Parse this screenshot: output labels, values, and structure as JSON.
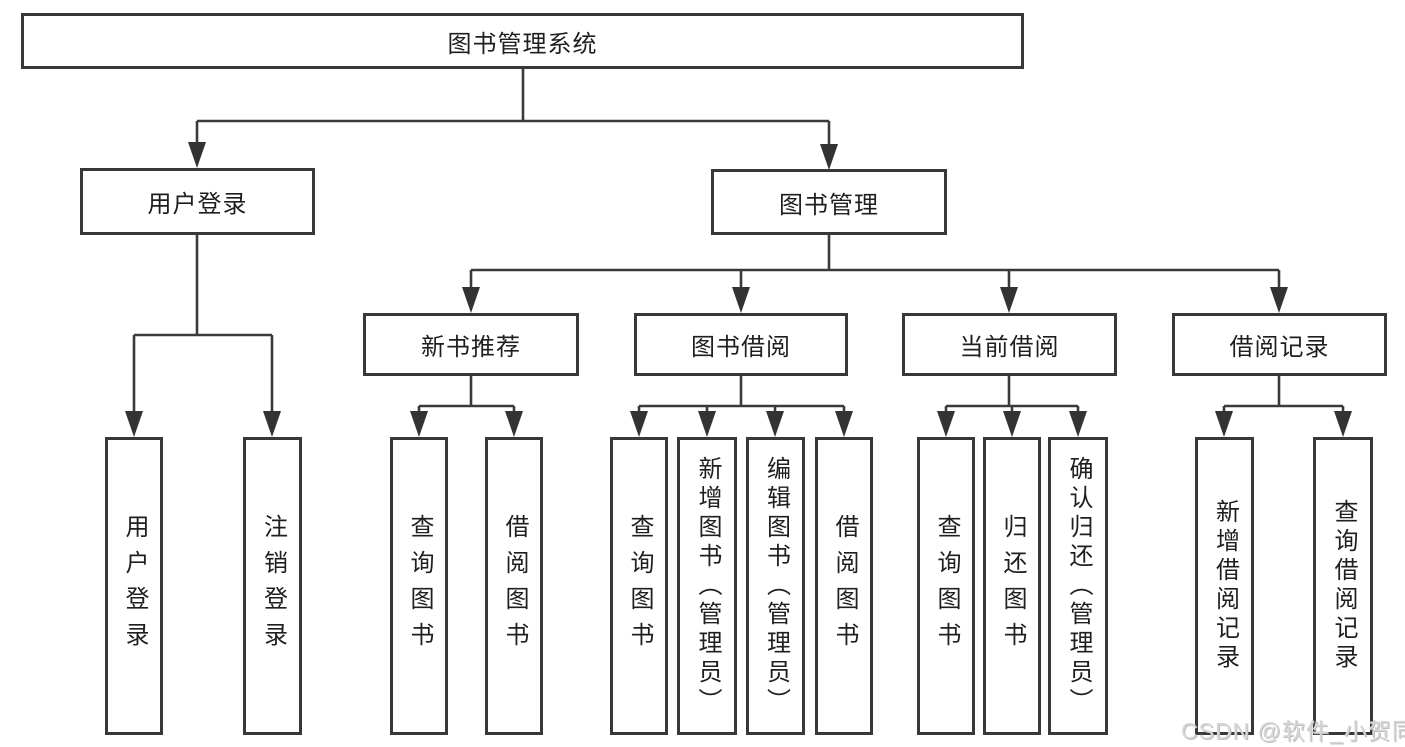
{
  "watermark": "CSDN @软件_小贺同学",
  "colors": {
    "line": "#3a3a3a",
    "arrow": "#333333",
    "border": "#383838",
    "text": "#1f1f1f",
    "watermark": "#d6d6d6"
  },
  "tree": {
    "label": "图书管理系统",
    "children": [
      {
        "label": "用户登录",
        "children": [
          {
            "label": "用户登录"
          },
          {
            "label": "注销登录"
          }
        ]
      },
      {
        "label": "图书管理",
        "children": [
          {
            "label": "新书推荐",
            "children": [
              {
                "label": "查询图书"
              },
              {
                "label": "借阅图书"
              }
            ]
          },
          {
            "label": "图书借阅",
            "children": [
              {
                "label": "查询图书"
              },
              {
                "label": "新增图书（管理员）"
              },
              {
                "label": "编辑图书（管理员）"
              },
              {
                "label": "借阅图书"
              }
            ]
          },
          {
            "label": "当前借阅",
            "children": [
              {
                "label": "查询图书"
              },
              {
                "label": "归还图书"
              },
              {
                "label": "确认归还（管理员）"
              }
            ]
          },
          {
            "label": "借阅记录",
            "children": [
              {
                "label": "新增借阅记录"
              },
              {
                "label": "查询借阅记录"
              }
            ]
          }
        ]
      }
    ]
  }
}
